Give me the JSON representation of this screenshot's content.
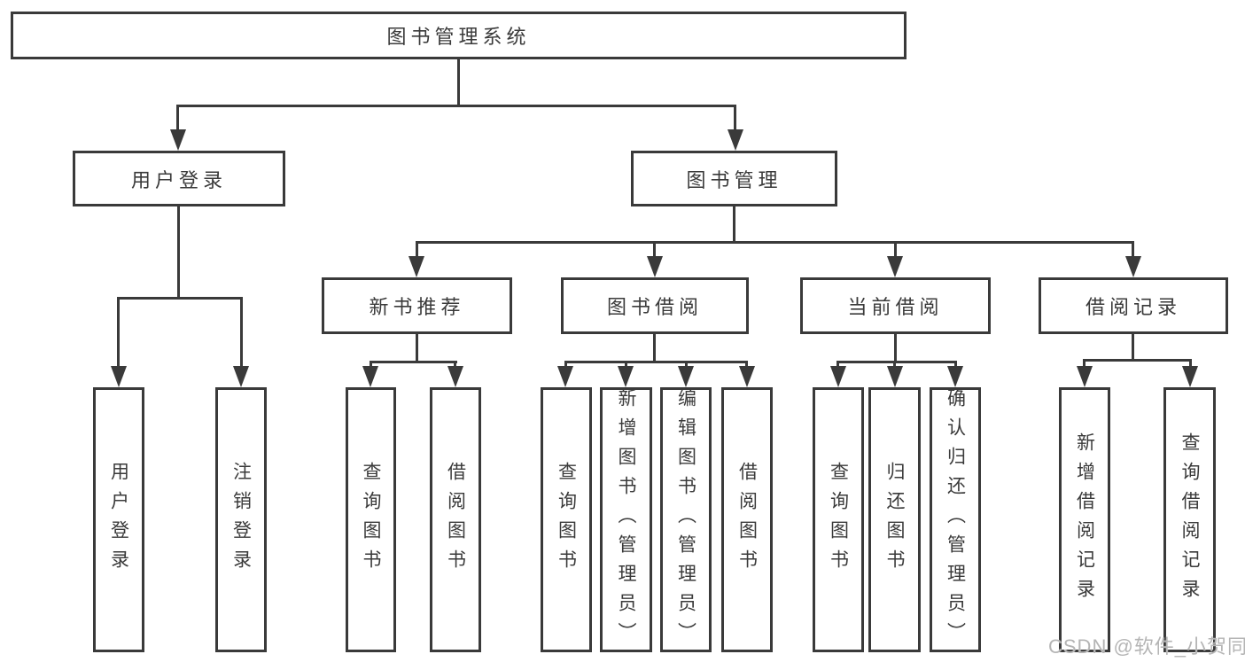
{
  "colors": {
    "line": "#3a3a3a",
    "text": "#3a3a3a",
    "background": "#ffffff",
    "watermark": "#b5b5b5"
  },
  "diagram": {
    "root": {
      "label": "图书管理系统"
    },
    "level2": [
      {
        "label": "用户登录"
      },
      {
        "label": "图书管理"
      }
    ],
    "level3": [
      {
        "label": "新书推荐"
      },
      {
        "label": "图书借阅"
      },
      {
        "label": "当前借阅"
      },
      {
        "label": "借阅记录"
      }
    ],
    "leaves": {
      "userLogin": [
        {
          "label": "用户登录"
        },
        {
          "label": "注销登录"
        }
      ],
      "newBookRec": [
        {
          "label": "查询图书"
        },
        {
          "label": "借阅图书"
        }
      ],
      "bookBorrow": [
        {
          "label": "查询图书"
        },
        {
          "label": "新增图书（管理员）"
        },
        {
          "label": "编辑图书（管理员）"
        },
        {
          "label": "借阅图书"
        }
      ],
      "currentBorrow": [
        {
          "label": "查询图书"
        },
        {
          "label": "归还图书"
        },
        {
          "label": "确认归还（管理员）"
        }
      ],
      "borrowRecords": [
        {
          "label": "新增借阅记录"
        },
        {
          "label": "查询借阅记录"
        }
      ]
    }
  },
  "watermark": {
    "text": "CSDN @软件_小贺同学"
  }
}
